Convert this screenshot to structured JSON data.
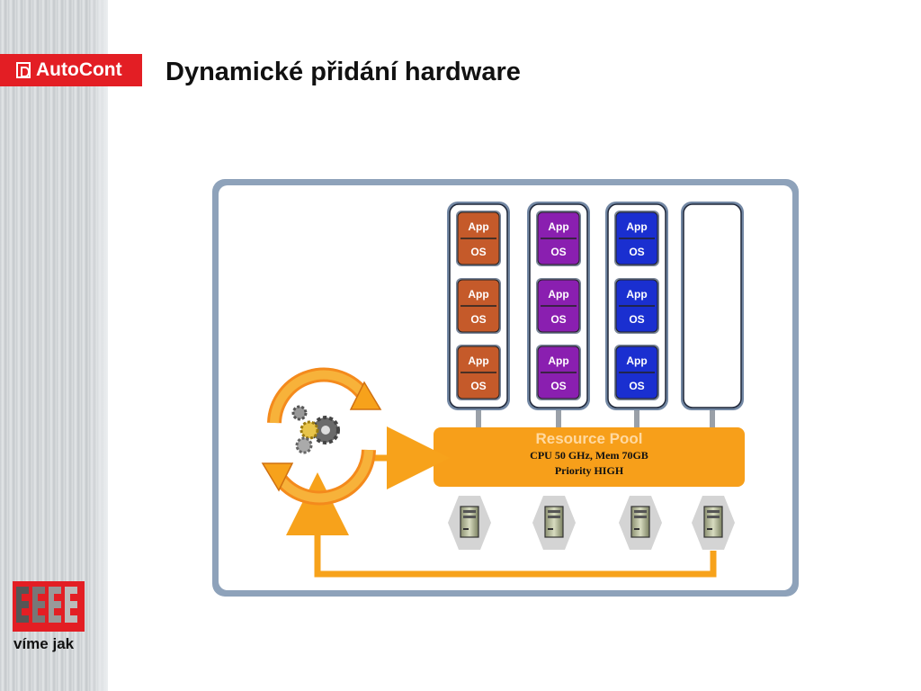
{
  "header": {
    "title": "Dynamické přidání hardware"
  },
  "brand": {
    "logo_text": "AutoCont",
    "slogan": "víme jak"
  },
  "diagram": {
    "resource_pool": {
      "title": "Resource Pool",
      "line1": "CPU 50 GHz, Mem 70GB",
      "line2": "Priority HIGH"
    },
    "columns": [
      {
        "color": "#c55a2a",
        "vms": [
          {
            "app": "App",
            "os": "OS"
          },
          {
            "app": "App",
            "os": "OS"
          },
          {
            "app": "App",
            "os": "OS"
          }
        ]
      },
      {
        "color": "#8a1fb0",
        "vms": [
          {
            "app": "App",
            "os": "OS"
          },
          {
            "app": "App",
            "os": "OS"
          },
          {
            "app": "App",
            "os": "OS"
          }
        ]
      },
      {
        "color": "#1a2fd0",
        "vms": [
          {
            "app": "App",
            "os": "OS"
          },
          {
            "app": "App",
            "os": "OS"
          },
          {
            "app": "App",
            "os": "OS"
          }
        ]
      },
      {
        "color": "#ffffff",
        "vms": []
      }
    ],
    "server_count": 4,
    "colors": {
      "accent": "#f7a21b",
      "frame": "#8aa0b8",
      "brand_red": "#e31e24"
    }
  }
}
